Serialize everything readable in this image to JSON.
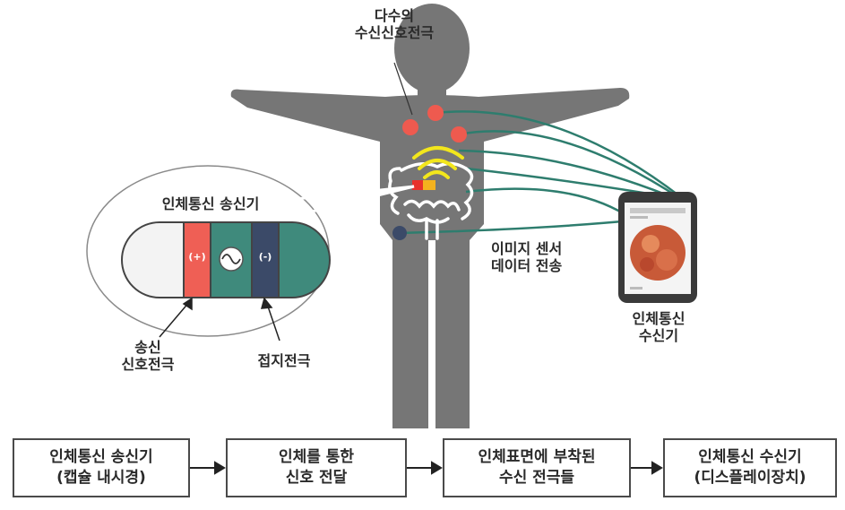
{
  "labels": {
    "multi_electrodes": [
      "다수의",
      "수신신호전극"
    ],
    "transmitter_title": "인체통신 송신기",
    "plus_sign": "(+)",
    "minus_sign": "(-)",
    "tx_electrode": [
      "송신",
      "신호전극"
    ],
    "ground_electrode": "접지전극",
    "image_sensor": [
      "이미지 센서",
      "데이터 전송"
    ],
    "receiver": [
      "인체통신",
      "수신기"
    ]
  },
  "flow": [
    {
      "line1": "인체통신 송신기",
      "line2": "(캡슐 내시경)"
    },
    {
      "line1": "인체를 통한",
      "line2": "신호 전달"
    },
    {
      "line1": "인체표면에 부착된",
      "line2": "수신 전극들"
    },
    {
      "line1": "인체통신 수신기",
      "line2": "(디스플레이장치)"
    }
  ],
  "colors": {
    "body": "#767676",
    "electrode_red": "#ee5a4f",
    "wire": "#2e7d6e",
    "capsule_teal": "#3f8a7c",
    "capsule_navy": "#3b4a68",
    "signal_yellow": "#f2e61c"
  }
}
